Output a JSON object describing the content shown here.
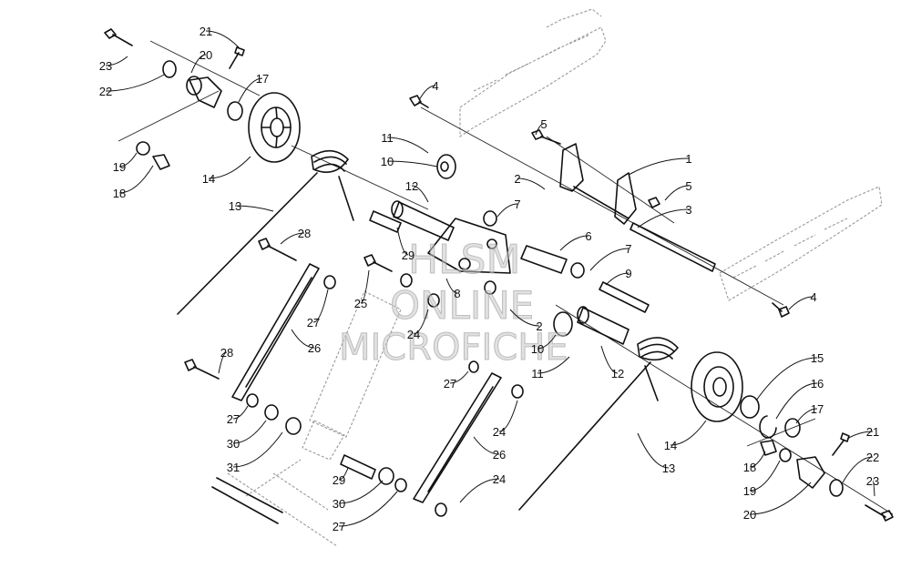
{
  "watermark": {
    "line1": "HLSM",
    "line2": "ONLINE",
    "line3": "MICROFICHE"
  },
  "callouts": [
    {
      "label": "21"
    },
    {
      "label": "23"
    },
    {
      "label": "20"
    },
    {
      "label": "22"
    },
    {
      "label": "17"
    },
    {
      "label": "19"
    },
    {
      "label": "18"
    },
    {
      "label": "14"
    },
    {
      "label": "13"
    },
    {
      "label": "4"
    },
    {
      "label": "5"
    },
    {
      "label": "11"
    },
    {
      "label": "10"
    },
    {
      "label": "1"
    },
    {
      "label": "2"
    },
    {
      "label": "12"
    },
    {
      "label": "5"
    },
    {
      "label": "7"
    },
    {
      "label": "3"
    },
    {
      "label": "28"
    },
    {
      "label": "6"
    },
    {
      "label": "29"
    },
    {
      "label": "7"
    },
    {
      "label": "9"
    },
    {
      "label": "25"
    },
    {
      "label": "8"
    },
    {
      "label": "27"
    },
    {
      "label": "26"
    },
    {
      "label": "24"
    },
    {
      "label": "2"
    },
    {
      "label": "4"
    },
    {
      "label": "10"
    },
    {
      "label": "11"
    },
    {
      "label": "12"
    },
    {
      "label": "28"
    },
    {
      "label": "15"
    },
    {
      "label": "27"
    },
    {
      "label": "16"
    },
    {
      "label": "27"
    },
    {
      "label": "24"
    },
    {
      "label": "17"
    },
    {
      "label": "30"
    },
    {
      "label": "21"
    },
    {
      "label": "26"
    },
    {
      "label": "14"
    },
    {
      "label": "31"
    },
    {
      "label": "22"
    },
    {
      "label": "18"
    },
    {
      "label": "13"
    },
    {
      "label": "24"
    },
    {
      "label": "23"
    },
    {
      "label": "29"
    },
    {
      "label": "19"
    },
    {
      "label": "30"
    },
    {
      "label": "20"
    },
    {
      "label": "27"
    }
  ]
}
